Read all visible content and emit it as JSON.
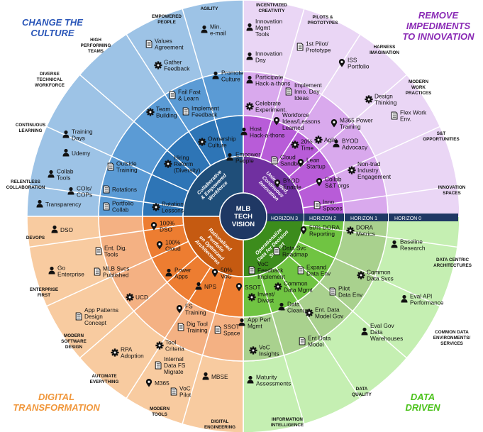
{
  "corner_titles": {
    "top_left": [
      "CHANGE THE",
      "CULTURE"
    ],
    "top_right": [
      "REMOVE",
      "IMPEDIMENTS",
      "TO INNOVATION"
    ],
    "bottom_left": [
      "DIGITAL",
      "TRANSFORMATION"
    ],
    "bottom_right": [
      "DATA",
      "DRIVEN"
    ]
  },
  "center_lines": [
    "MLB",
    "TECH",
    "VISION"
  ],
  "colors": {
    "blue": [
      "#9dc3e6",
      "#5b9bd5",
      "#2e75b6",
      "#1f4e79"
    ],
    "purple": [
      "#ead6f5",
      "#d9a9ed",
      "#b85cd8",
      "#7030a0"
    ],
    "orange": [
      "#f8cba0",
      "#f4b183",
      "#ed7d31",
      "#c55a11"
    ],
    "green": [
      "#c5efb2",
      "#a9d18e",
      "#70c442",
      "#3c8c1c"
    ]
  },
  "quadrant_titles": {
    "blue": [
      "Collaborative",
      "& Empowered",
      "Workforce"
    ],
    "purple": [
      "Unimpeded,",
      "Continuous",
      "Innovation"
    ],
    "orange": [
      "Rationalized",
      "Portfolio",
      "on Optimized",
      "Architectures"
    ],
    "green": [
      "Operationalize",
      "Data for Decision",
      "Support"
    ]
  },
  "horizon_labels": [
    "HORIZON 3",
    "HORIZON 2",
    "HORIZON 1",
    "HORIZON 0"
  ],
  "outer_labels": [
    {
      "key": "agility",
      "lines": [
        "AGILITY"
      ]
    },
    {
      "key": "incentivized-creativity",
      "lines": [
        "INCENTIVIZED",
        "CREATIVITY"
      ]
    },
    {
      "key": "pilots-prototypes",
      "lines": [
        "PILOTS &",
        "PROTOTYPES"
      ]
    },
    {
      "key": "harness-imagination",
      "lines": [
        "HARNESS",
        "IMAGINATION"
      ]
    },
    {
      "key": "modern-work-practices",
      "lines": [
        "MODERN",
        "WORK",
        "PRACTICES"
      ]
    },
    {
      "key": "st-opportunities",
      "lines": [
        "S&T",
        "OPPORTUNITIES"
      ]
    },
    {
      "key": "innovation-spaces",
      "lines": [
        "INNOVATION",
        "SPACES"
      ]
    },
    {
      "key": "data-centric-architectures",
      "lines": [
        "DATA CENTRIC",
        "ARCHITECTURES"
      ]
    },
    {
      "key": "common-data-environments",
      "lines": [
        "COMMON DATA",
        "ENVIRONMENTS/",
        "SERVICES"
      ]
    },
    {
      "key": "data-quality",
      "lines": [
        "DATA",
        "QUALITY"
      ]
    },
    {
      "key": "information-intelligence",
      "lines": [
        "INFORMATION",
        "INTELLIGENCE"
      ]
    },
    {
      "key": "digital-engineering",
      "lines": [
        "DIGITAL",
        "ENGINEERING"
      ]
    },
    {
      "key": "modern-tools",
      "lines": [
        "MODERN",
        "TOOLS"
      ]
    },
    {
      "key": "automate-everything",
      "lines": [
        "AUTOMATE",
        "EVERYTHING"
      ]
    },
    {
      "key": "modern-software-design",
      "lines": [
        "MODERN",
        "SOFTWARE",
        "DESIGN"
      ]
    },
    {
      "key": "enterprise-first",
      "lines": [
        "ENTERPRISE",
        "FIRST"
      ]
    },
    {
      "key": "devops",
      "lines": [
        "DEVOPS"
      ]
    },
    {
      "key": "relentless-collaboration",
      "lines": [
        "RELENTLESS",
        "COLLABORATION"
      ]
    },
    {
      "key": "continuous-learning",
      "lines": [
        "CONTINUOUS",
        "LEARNING"
      ]
    },
    {
      "key": "diverse-technical-workforce",
      "lines": [
        "DIVERSE",
        "TECHNICAL",
        "WORKFORCE"
      ]
    },
    {
      "key": "high-performing-teams",
      "lines": [
        "HIGH",
        "PERFORMING",
        "TEAMS"
      ]
    },
    {
      "key": "empowered-people",
      "lines": [
        "EMPOWERED",
        "PEOPLE"
      ]
    }
  ],
  "items": [
    {
      "icon": "person",
      "lines": [
        "Min.",
        "e-mail"
      ]
    },
    {
      "icon": "doc",
      "lines": [
        "Values",
        "Agreement"
      ]
    },
    {
      "icon": "gear",
      "lines": [
        "Gather",
        "Feedback"
      ]
    },
    {
      "icon": "person",
      "lines": [
        "Promote",
        "Culture"
      ]
    },
    {
      "icon": "doc",
      "lines": [
        "Fail Fast",
        "& Learn"
      ]
    },
    {
      "icon": "doc",
      "lines": [
        "Implement",
        "Feedback"
      ]
    },
    {
      "icon": "gear",
      "lines": [
        "Team",
        "Building"
      ]
    },
    {
      "icon": "gear",
      "lines": [
        "Ownership",
        "Culture"
      ]
    },
    {
      "icon": "person",
      "lines": [
        "Empower",
        "People"
      ]
    },
    {
      "icon": "person",
      "lines": [
        "Training",
        "Days"
      ]
    },
    {
      "icon": "person",
      "lines": [
        "Udemy"
      ]
    },
    {
      "icon": "doc",
      "lines": [
        "Outside",
        "Training"
      ]
    },
    {
      "icon": "gear",
      "lines": [
        "Hiring",
        "Reform",
        "(Diversity)"
      ]
    },
    {
      "icon": "person",
      "lines": [
        "Collab",
        "Tools"
      ]
    },
    {
      "icon": "person",
      "lines": [
        "COIs/",
        "COPs"
      ]
    },
    {
      "icon": "doc",
      "lines": [
        "Rotations"
      ]
    },
    {
      "icon": "person",
      "lines": [
        "Transparency"
      ]
    },
    {
      "icon": "doc",
      "lines": [
        "Portfolio",
        "Collab"
      ]
    },
    {
      "icon": "gear",
      "lines": [
        "Rotation",
        "Lessons"
      ]
    },
    {
      "icon": "person",
      "lines": [
        "Innovation",
        "Mgmt",
        "Tools"
      ]
    },
    {
      "icon": "person",
      "lines": [
        "Innovation",
        "Day"
      ]
    },
    {
      "icon": "doc",
      "lines": [
        "1st Pilot/",
        "Prototype"
      ]
    },
    {
      "icon": "pin",
      "lines": [
        "ISS",
        "Portfolio"
      ]
    },
    {
      "icon": "person",
      "lines": [
        "Participate",
        "Hack-a-thons"
      ]
    },
    {
      "icon": "doc",
      "lines": [
        "Implement",
        "Inno. Day",
        "Ideas"
      ]
    },
    {
      "icon": "gear",
      "lines": [
        "Celebrate",
        "Experiment."
      ]
    },
    {
      "icon": "gear",
      "lines": [
        "Design",
        "Thinking"
      ]
    },
    {
      "icon": "doc",
      "lines": [
        "Flex Work",
        "Env."
      ]
    },
    {
      "icon": "pin",
      "lines": [
        "Workforce",
        "Ideas/Lessons",
        "Learned"
      ]
    },
    {
      "icon": "pin",
      "lines": [
        "M365 Power",
        "Training"
      ]
    },
    {
      "icon": "gear",
      "lines": [
        "Agile"
      ]
    },
    {
      "icon": "person",
      "lines": [
        "BYOD",
        "Advocacy"
      ]
    },
    {
      "icon": "person",
      "lines": [
        "Host",
        "Hack-a-thons"
      ]
    },
    {
      "icon": "gear",
      "lines": [
        "20%",
        "Time"
      ]
    },
    {
      "icon": "doc",
      "lines": [
        "Cloud",
        "Sandbox"
      ]
    },
    {
      "icon": "pin",
      "lines": [
        "Lean",
        "Startup"
      ]
    },
    {
      "icon": "gear",
      "lines": [
        "Non-trad",
        "Industry",
        "Engagement"
      ]
    },
    {
      "icon": "pin",
      "lines": [
        "BYOD",
        "Enable"
      ]
    },
    {
      "icon": "pin",
      "lines": [
        "Collab",
        "S&T orgs"
      ]
    },
    {
      "icon": "doc",
      "lines": [
        "Inno.",
        "Spaces"
      ]
    },
    {
      "icon": "person",
      "lines": [
        "DSO"
      ]
    },
    {
      "icon": "doc",
      "lines": [
        "Ent. Dig.",
        "Tools"
      ]
    },
    {
      "icon": "pin",
      "lines": [
        "100%",
        "DSO"
      ]
    },
    {
      "icon": "pin",
      "lines": [
        "100%",
        "Cloud"
      ]
    },
    {
      "icon": "person",
      "lines": [
        "Go",
        "Enterprise"
      ]
    },
    {
      "icon": "doc",
      "lines": [
        "MLB Svcs",
        "Published"
      ]
    },
    {
      "icon": "person",
      "lines": [
        "Power",
        "Apps"
      ]
    },
    {
      "icon": "pin",
      "lines": [
        "50%",
        "VoC"
      ]
    },
    {
      "icon": "person",
      "lines": [
        "NPS"
      ]
    },
    {
      "icon": "pin",
      "lines": [
        "SSOT"
      ]
    },
    {
      "icon": "gear",
      "lines": [
        "UCD"
      ]
    },
    {
      "icon": "doc",
      "lines": [
        "App Patterns",
        "Design",
        "Concept"
      ]
    },
    {
      "icon": "pin",
      "lines": [
        "FS",
        "Training"
      ]
    },
    {
      "icon": "doc",
      "lines": [
        "Dig Tool",
        "Training"
      ]
    },
    {
      "icon": "doc",
      "lines": [
        "SSOT",
        "Space"
      ]
    },
    {
      "icon": "gear",
      "lines": [
        "Tool",
        "Criteria"
      ]
    },
    {
      "icon": "gear",
      "lines": [
        "RPA",
        "Adoption"
      ]
    },
    {
      "icon": "doc",
      "lines": [
        "Internal",
        "Data FS",
        "Migrate"
      ]
    },
    {
      "icon": "person",
      "lines": [
        "MBSE"
      ]
    },
    {
      "icon": "pin",
      "lines": [
        "M365"
      ]
    },
    {
      "icon": "doc",
      "lines": [
        "VoC",
        "Pilot"
      ]
    },
    {
      "icon": "pin",
      "lines": [
        "50% DORA",
        "Reporting"
      ]
    },
    {
      "icon": "gear",
      "lines": [
        "DORA",
        "Metrics"
      ]
    },
    {
      "icon": "person",
      "lines": [
        "Baseline",
        "Research"
      ]
    },
    {
      "icon": "doc",
      "lines": [
        "Data Svc",
        "Roadmap"
      ]
    },
    {
      "icon": "doc",
      "lines": [
        "VoC",
        "Feedback",
        "Implement"
      ]
    },
    {
      "icon": "doc",
      "lines": [
        "Expand",
        "Data Env"
      ]
    },
    {
      "icon": "gear",
      "lines": [
        "Common",
        "Data Svcs"
      ]
    },
    {
      "icon": "gear",
      "lines": [
        "Common",
        "Data Mgmt"
      ]
    },
    {
      "icon": "gear",
      "lines": [
        "Invest/",
        "Divest"
      ]
    },
    {
      "icon": "doc",
      "lines": [
        "Pilot",
        "Data Env"
      ]
    },
    {
      "icon": "person",
      "lines": [
        "Eval API",
        "Performance"
      ]
    },
    {
      "icon": "person",
      "lines": [
        "Data",
        "Cleanup"
      ]
    },
    {
      "icon": "gear",
      "lines": [
        "Ent. Data",
        "Model Gov"
      ]
    },
    {
      "icon": "person",
      "lines": [
        "App Perf",
        "Mgmt"
      ]
    },
    {
      "icon": "doc",
      "lines": [
        "Ent Data",
        "Model"
      ]
    },
    {
      "icon": "person",
      "lines": [
        "Eval Gov",
        "Data",
        "Warehouses"
      ]
    },
    {
      "icon": "gear",
      "lines": [
        "VoC",
        "Insights"
      ]
    },
    {
      "icon": "person",
      "lines": [
        "Maturity",
        "Assessments"
      ]
    }
  ]
}
